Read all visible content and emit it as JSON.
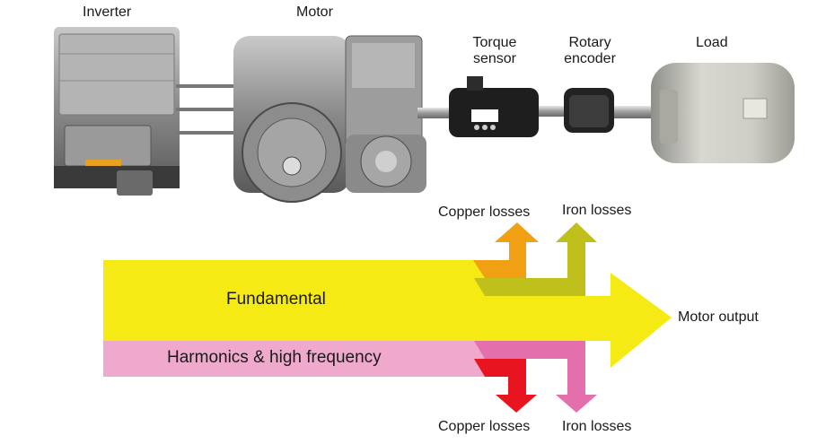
{
  "components": {
    "inverter": "Inverter",
    "motor": "Motor",
    "torque_sensor_line1": "Torque",
    "torque_sensor_line2": "sensor",
    "rotary_encoder_line1": "Rotary",
    "rotary_encoder_line2": "encoder",
    "load": "Load"
  },
  "flows": {
    "fundamental": "Fundamental",
    "harmonics": "Harmonics & high frequency",
    "output": "Motor output",
    "copper_losses_top": "Copper losses",
    "iron_losses_top": "Iron losses",
    "copper_losses_bottom": "Copper losses",
    "iron_losses_bottom": "Iron losses"
  },
  "colors": {
    "fundamental": "#f5ea14",
    "harmonics": "#efa9cd",
    "copper_top": "#f0a012",
    "iron_top": "#bfc01c",
    "copper_bottom": "#e8141f",
    "iron_bottom": "#e36fad"
  }
}
